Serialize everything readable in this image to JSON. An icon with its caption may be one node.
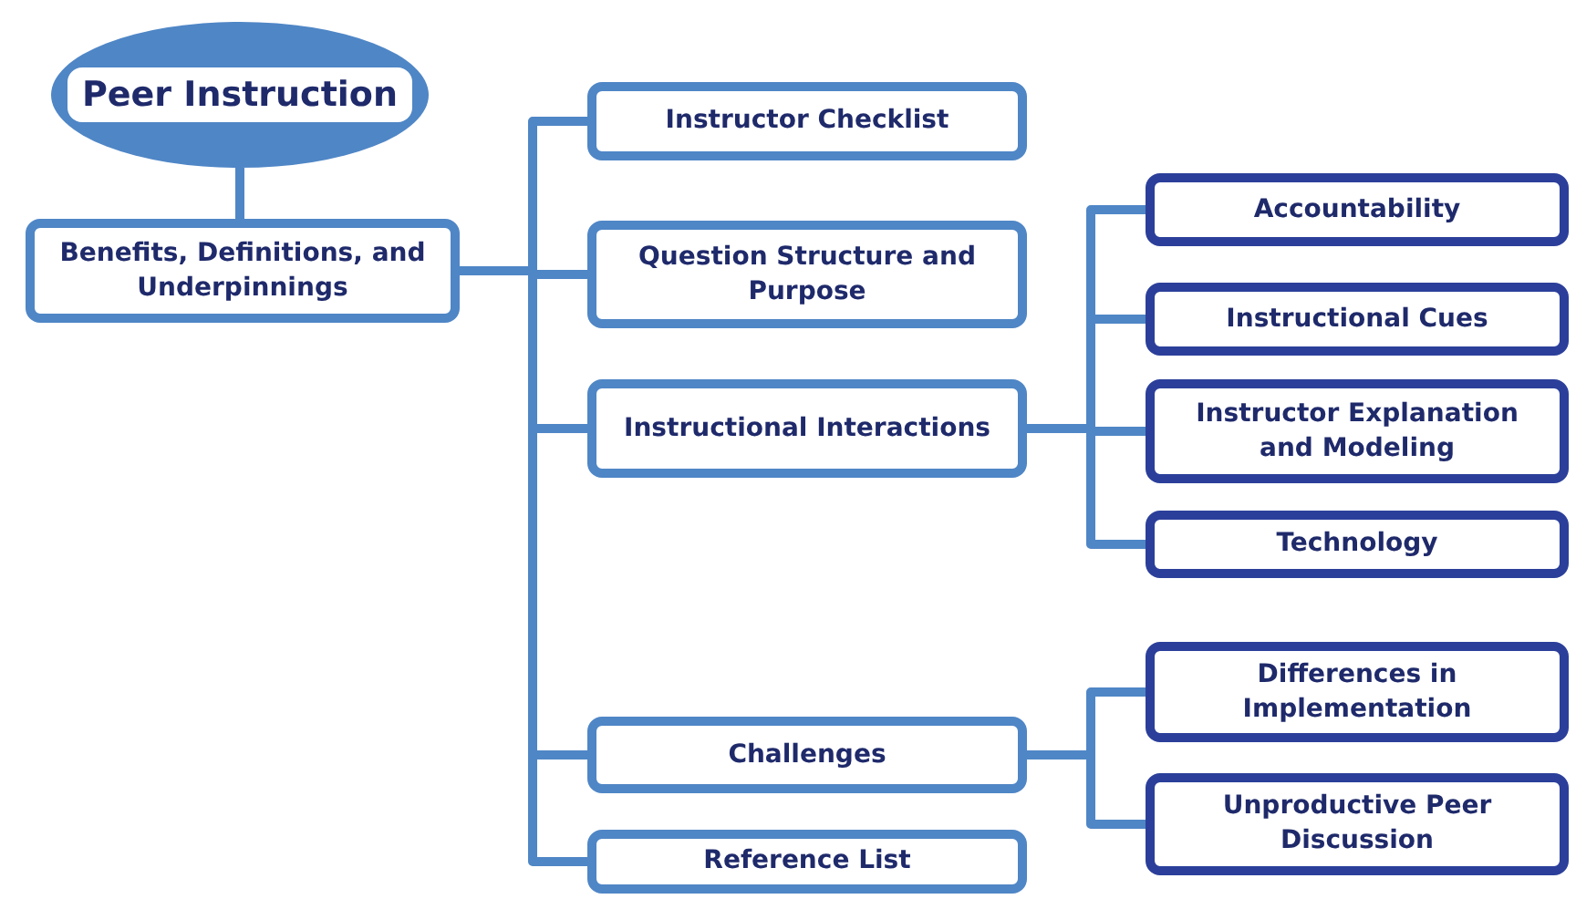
{
  "diagram": {
    "nodes": [
      {
        "text": [
          "Peer Instruction"
        ]
      },
      {
        "text": [
          "Benefits, Definitions, and Underpinnings"
        ]
      },
      {
        "text": [
          "Instructor Checklist"
        ]
      },
      {
        "text": [
          "Question Structure and Purpose"
        ]
      },
      {
        "text": [
          "Instructional Interactions"
        ]
      },
      {
        "text": [
          "Accountability"
        ]
      },
      {
        "text": [
          "Instructional Cues"
        ]
      },
      {
        "text": [
          "Instructor Explanation and Modeling"
        ]
      },
      {
        "text": [
          "Technology"
        ]
      },
      {
        "text": [
          "Challenges"
        ]
      },
      {
        "text": [
          "Differences in Implementation"
        ]
      },
      {
        "text": [
          "Unproductive Peer Discussion"
        ]
      },
      {
        "text": [
          "Reference List"
        ]
      }
    ],
    "edges": [
      {
        "from": 0,
        "to": 1,
        "arrow": "none"
      },
      {
        "from": 1,
        "to": 2,
        "arrow": "none"
      },
      {
        "from": 1,
        "to": 3,
        "arrow": "none"
      },
      {
        "from": 1,
        "to": 4,
        "arrow": "none"
      },
      {
        "from": 1,
        "to": 9,
        "arrow": "none"
      },
      {
        "from": 1,
        "to": 12,
        "arrow": "none"
      },
      {
        "from": 4,
        "to": 5,
        "arrow": "none"
      },
      {
        "from": 4,
        "to": 6,
        "arrow": "none"
      },
      {
        "from": 4,
        "to": 7,
        "arrow": "none"
      },
      {
        "from": 4,
        "to": 8,
        "arrow": "none"
      },
      {
        "from": 9,
        "to": 10,
        "arrow": "none"
      },
      {
        "from": 9,
        "to": 11,
        "arrow": "none"
      }
    ]
  }
}
